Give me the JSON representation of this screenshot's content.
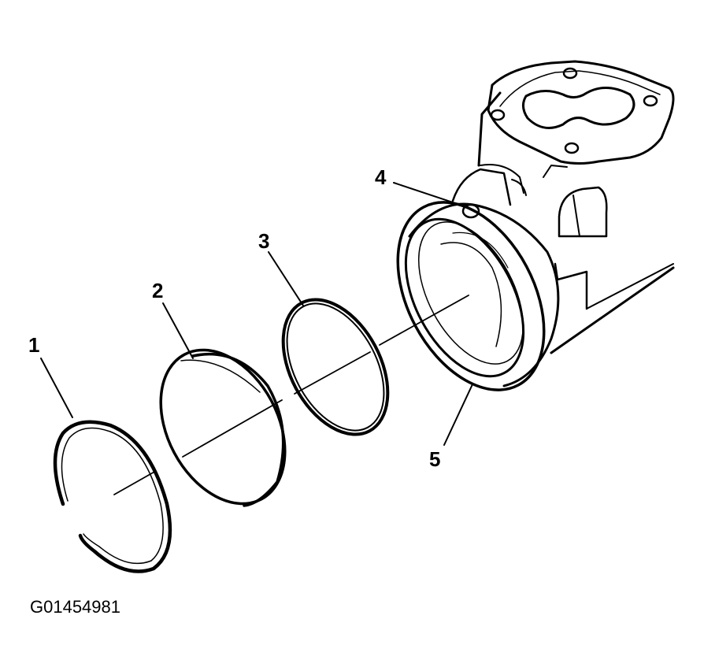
{
  "callouts": [
    "1",
    "2",
    "3",
    "4",
    "5"
  ],
  "figure_id": "G01454981"
}
